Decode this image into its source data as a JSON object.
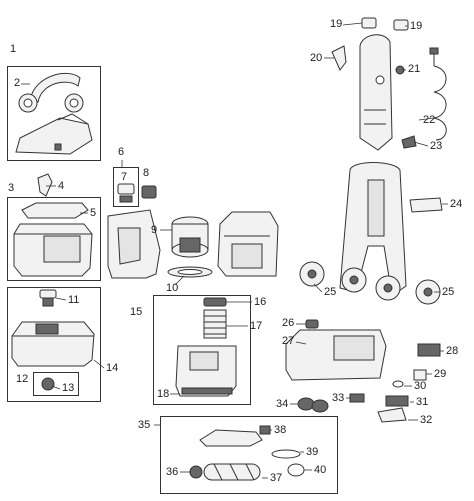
{
  "diagram": {
    "type": "exploded-parts-view",
    "colors": {
      "line": "#333333",
      "part_fill": "#f2f2f2",
      "part_dark": "#666666",
      "background": "#ffffff"
    },
    "part_numbers": [
      "1",
      "2",
      "3",
      "4",
      "5",
      "6",
      "7",
      "8",
      "9",
      "10",
      "11",
      "12",
      "13",
      "14",
      "15",
      "16",
      "17",
      "18",
      "19",
      "20",
      "21",
      "22",
      "23",
      "24",
      "25",
      "26",
      "27",
      "28",
      "29",
      "30",
      "31",
      "32",
      "33",
      "34",
      "35",
      "36",
      "37",
      "38",
      "39",
      "40"
    ],
    "repeated_labels": {
      "19b": "19",
      "25b": "25",
      "25c": "25",
      "25d": "25"
    }
  }
}
